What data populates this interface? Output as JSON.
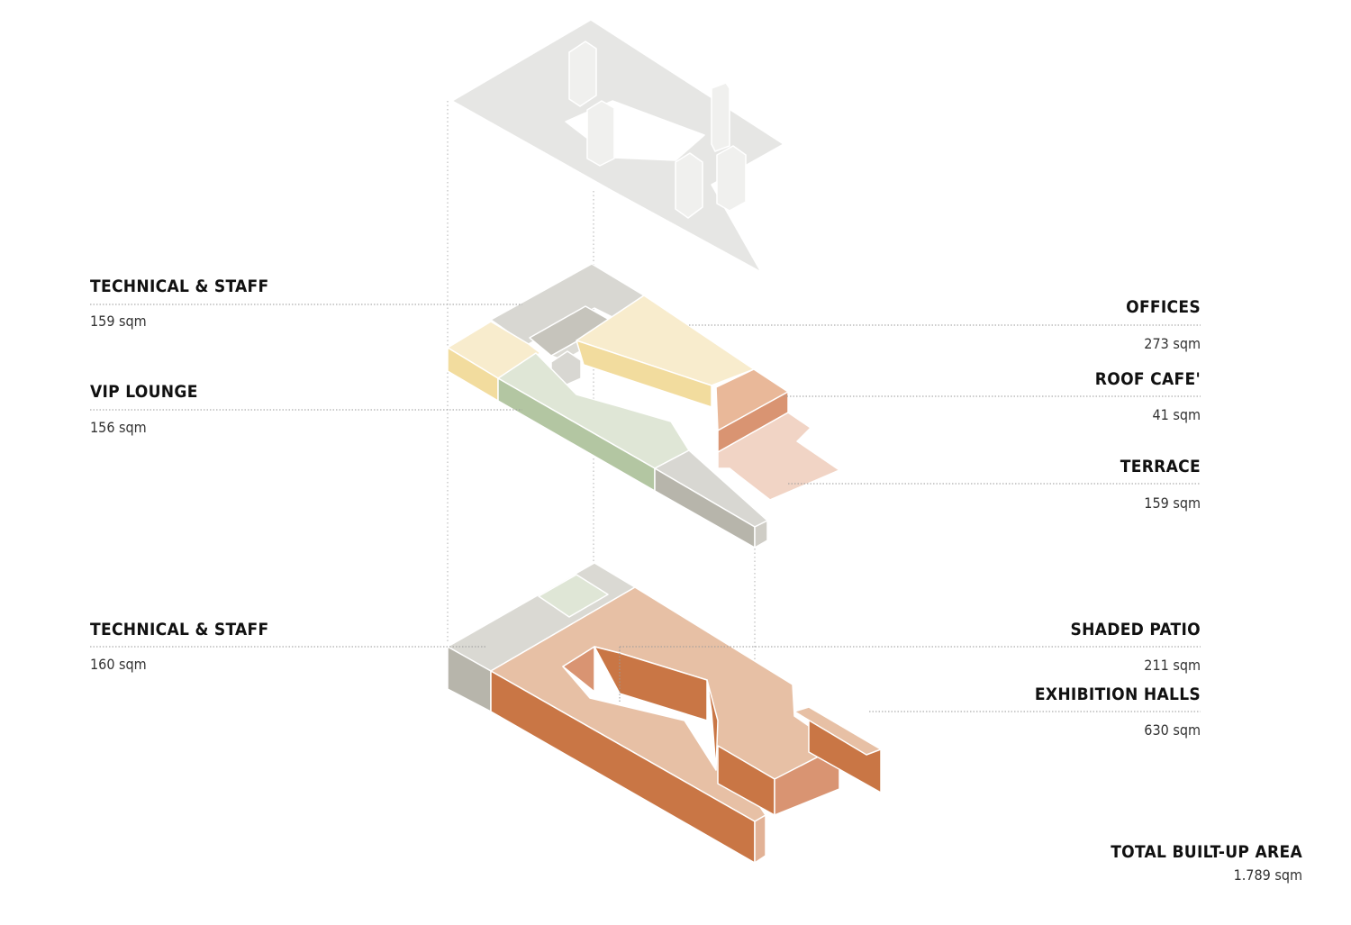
{
  "labels": {
    "technical_staff_top": {
      "title": "TECHNICAL & STAFF",
      "area": "159 sqm"
    },
    "vip_lounge": {
      "title": "VIP LOUNGE",
      "area": "156 sqm"
    },
    "technical_staff_bottom": {
      "title": "TECHNICAL & STAFF",
      "area": "160 sqm"
    },
    "offices": {
      "title": "OFFICES",
      "area": "273 sqm"
    },
    "roof_cafe": {
      "title": "ROOF CAFE'",
      "area": "41 sqm"
    },
    "terrace": {
      "title": "TERRACE",
      "area": "159 sqm"
    },
    "shaded_patio": {
      "title": "SHADED PATIO",
      "area": "211 sqm"
    },
    "exhibition_halls": {
      "title": "EXHIBITION HALLS",
      "area": "630 sqm"
    },
    "total": {
      "title": "TOTAL BUILT-UP AREA",
      "area": "1.789 sqm"
    }
  },
  "colors": {
    "background": "#ffffff",
    "roof_plane": "#e6e6e4",
    "gray_top": "#d8d7d2",
    "gray_side": "#b7b5ab",
    "yellow_top": "#f8eccd",
    "yellow_side": "#f2dc9e",
    "green_top": "#dfe6d6",
    "green_side": "#b3c6a2",
    "salmon_top": "#e7c0a5",
    "salmon_mid": "#d99d78",
    "orange_side": "#c97645",
    "terrace": "#f1d4c5",
    "leader_line": "#9a9a9a"
  }
}
